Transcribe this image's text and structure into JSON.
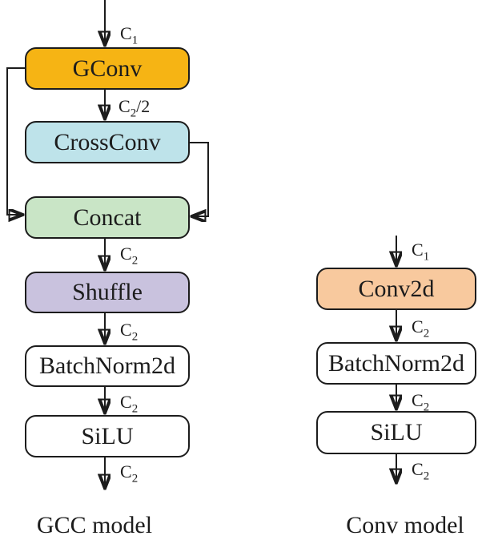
{
  "colors": {
    "stroke": "#1c1c1c",
    "gconv": "#F6B414",
    "crossconv": "#BEE3EA",
    "concat": "#C9E5C6",
    "shuffle": "#C9C2DE",
    "conv2d": "#F8C99E",
    "plain": "#FFFFFF"
  },
  "gcc": {
    "caption": "GCC model",
    "nodes": {
      "gconv": {
        "label": "GConv"
      },
      "crossconv": {
        "label": "CrossConv"
      },
      "concat": {
        "label": "Concat"
      },
      "batchnorm": {
        "label": "BatchNorm2d"
      },
      "shuffle": {
        "label": "Shuffle"
      },
      "silu": {
        "label": "SiLU"
      }
    },
    "edges": {
      "input": {
        "base": "C",
        "sub": "1",
        "suffix": ""
      },
      "gconv_crossconv": {
        "base": "C",
        "sub": "2",
        "suffix": "/2"
      },
      "concat_shuffle": {
        "base": "C",
        "sub": "2",
        "suffix": ""
      },
      "shuffle_bn": {
        "base": "C",
        "sub": "2",
        "suffix": ""
      },
      "bn_silu": {
        "base": "C",
        "sub": "2",
        "suffix": ""
      },
      "output": {
        "base": "C",
        "sub": "2",
        "suffix": ""
      }
    }
  },
  "conv": {
    "caption": "Conv model",
    "nodes": {
      "conv2d": {
        "label": "Conv2d"
      },
      "batchnorm": {
        "label": "BatchNorm2d"
      },
      "silu": {
        "label": "SiLU"
      }
    },
    "edges": {
      "input": {
        "base": "C",
        "sub": "1",
        "suffix": ""
      },
      "conv_bn": {
        "base": "C",
        "sub": "2",
        "suffix": ""
      },
      "bn_silu": {
        "base": "C",
        "sub": "2",
        "suffix": ""
      },
      "output": {
        "base": "C",
        "sub": "2",
        "suffix": ""
      }
    }
  }
}
